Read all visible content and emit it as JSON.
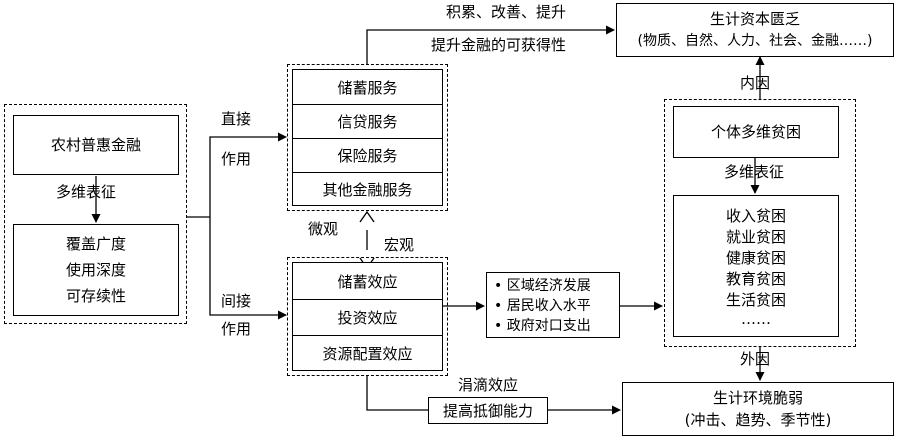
{
  "inclusive_finance": {
    "title": "农村普惠金融",
    "manifest_label": "多维表征",
    "dimensions": [
      "覆盖广度",
      "使用深度",
      "可存续性"
    ]
  },
  "direct_path": {
    "line1": "直接",
    "line2": "作用"
  },
  "indirect_path": {
    "line1": "间接",
    "line2": "作用"
  },
  "financial_services": [
    "储蓄服务",
    "信贷服务",
    "保险服务",
    "其他金融服务"
  ],
  "micro_label": "微观",
  "macro_label": "宏观",
  "effects": [
    "储蓄效应",
    "投资效应",
    "资源配置效应"
  ],
  "regional_outcomes": [
    "区域经济发展",
    "居民收入水平",
    "政府对口支出"
  ],
  "top_arrow": {
    "line1": "积累、改善、提升",
    "line2": "提升金融的可获得性"
  },
  "capital_shortage": {
    "line1": "生计资本匮乏",
    "line2": "(物质、自然、人力、社会、金融……)"
  },
  "internal_cause": "内因",
  "external_cause": "外因",
  "individual_poverty": {
    "title": "个体多维贫困",
    "manifest_label": "多维表征",
    "types": [
      "收入贫困",
      "就业贫困",
      "健康贫困",
      "教育贫困",
      "生活贫困",
      "……"
    ]
  },
  "trickle_label": "涓滴效应",
  "resilience_box": "提高抵御能力",
  "vulnerability": {
    "line1": "生计环境脆弱",
    "line2": "(冲击、趋势、季节性)"
  }
}
